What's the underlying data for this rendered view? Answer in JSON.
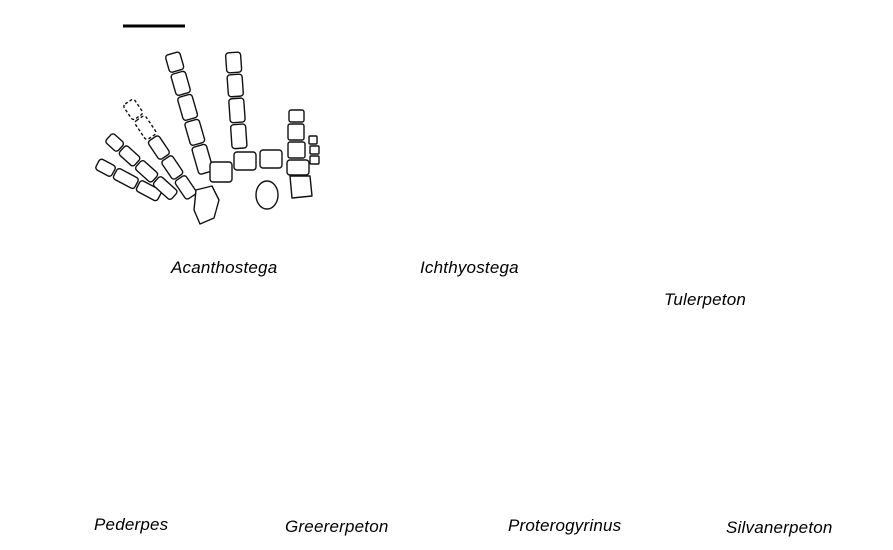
{
  "labels": {
    "acanthostega": "Acanthostega",
    "ichthyostega": "Ichthyostega",
    "tulerpeton": "Tulerpeton",
    "pederpes": "Pederpes",
    "greererpeton": "Greererpeton",
    "proterogyrinus": "Proterogyrinus",
    "silvanerpeton": "Silvanerpeton"
  }
}
